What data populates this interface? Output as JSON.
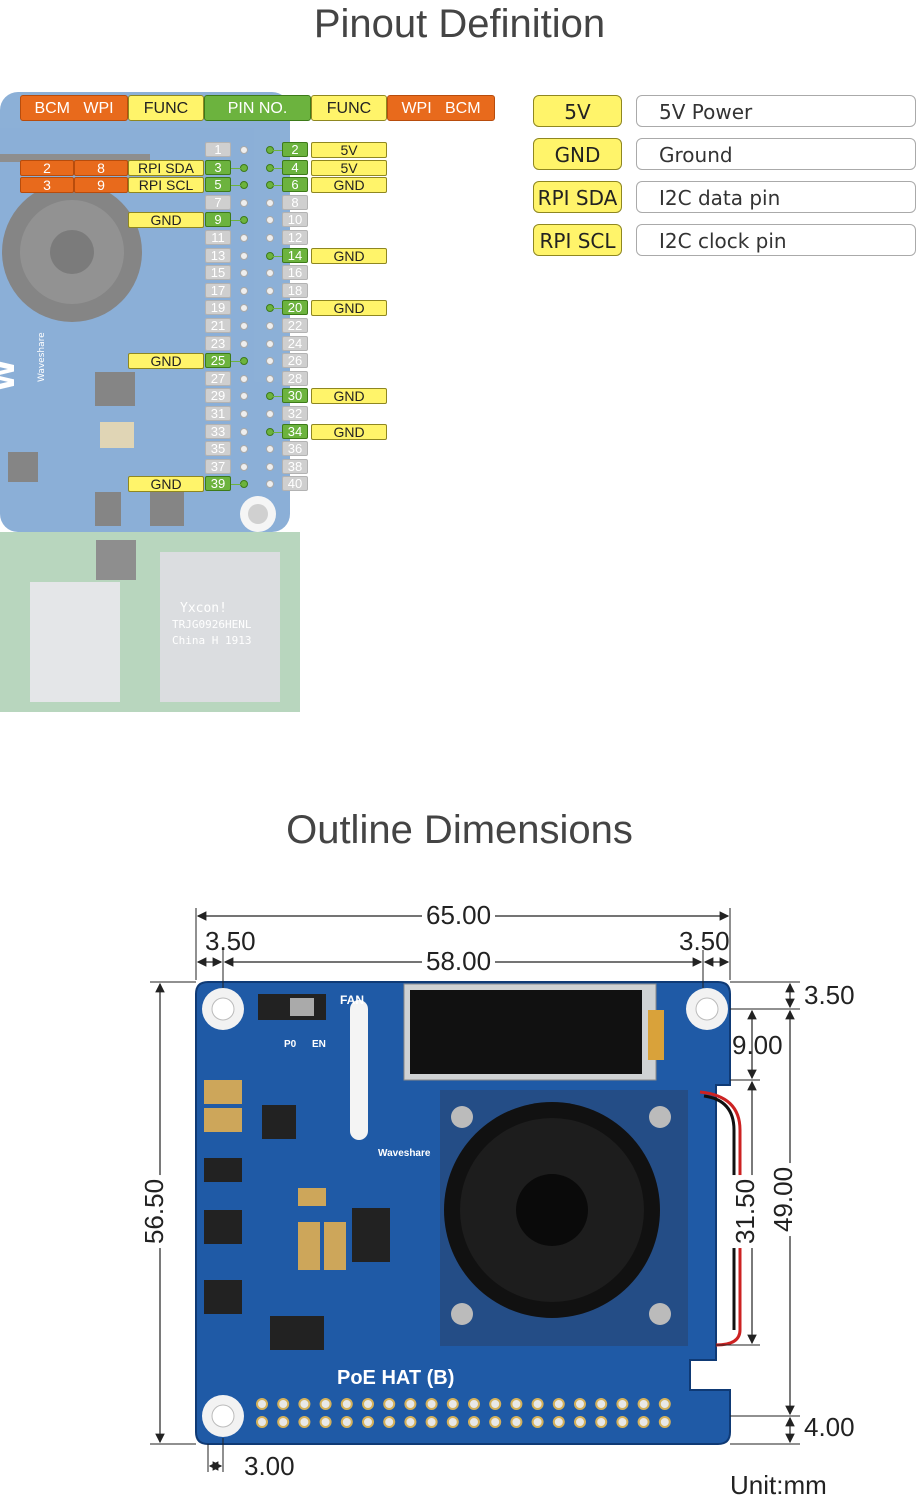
{
  "pinout": {
    "title": "Pinout Definition",
    "header": {
      "left_bcm": "BCM",
      "left_wpi": "WPI",
      "left_func": "FUNC",
      "pin_no": "PIN NO.",
      "right_func": "FUNC",
      "right_wpi": "WPI",
      "right_bcm": "BCM"
    },
    "rows": [
      {
        "odd": "1",
        "even": "2",
        "odd_func": "",
        "even_func": "5V",
        "odd_bcm": "",
        "odd_wpi": ""
      },
      {
        "odd": "3",
        "even": "4",
        "odd_func": "RPI SDA",
        "even_func": "5V",
        "odd_bcm": "2",
        "odd_wpi": "8"
      },
      {
        "odd": "5",
        "even": "6",
        "odd_func": "RPI SCL",
        "even_func": "GND",
        "odd_bcm": "3",
        "odd_wpi": "9"
      },
      {
        "odd": "7",
        "even": "8",
        "odd_func": "",
        "even_func": "",
        "odd_bcm": "",
        "odd_wpi": ""
      },
      {
        "odd": "9",
        "even": "10",
        "odd_func": "GND",
        "even_func": "",
        "odd_bcm": "",
        "odd_wpi": ""
      },
      {
        "odd": "11",
        "even": "12",
        "odd_func": "",
        "even_func": "",
        "odd_bcm": "",
        "odd_wpi": ""
      },
      {
        "odd": "13",
        "even": "14",
        "odd_func": "",
        "even_func": "GND",
        "odd_bcm": "",
        "odd_wpi": ""
      },
      {
        "odd": "15",
        "even": "16",
        "odd_func": "",
        "even_func": "",
        "odd_bcm": "",
        "odd_wpi": ""
      },
      {
        "odd": "17",
        "even": "18",
        "odd_func": "",
        "even_func": "",
        "odd_bcm": "",
        "odd_wpi": ""
      },
      {
        "odd": "19",
        "even": "20",
        "odd_func": "",
        "even_func": "GND",
        "odd_bcm": "",
        "odd_wpi": ""
      },
      {
        "odd": "21",
        "even": "22",
        "odd_func": "",
        "even_func": "",
        "odd_bcm": "",
        "odd_wpi": ""
      },
      {
        "odd": "23",
        "even": "24",
        "odd_func": "",
        "even_func": "",
        "odd_bcm": "",
        "odd_wpi": ""
      },
      {
        "odd": "25",
        "even": "26",
        "odd_func": "GND",
        "even_func": "",
        "odd_bcm": "",
        "odd_wpi": ""
      },
      {
        "odd": "27",
        "even": "28",
        "odd_func": "",
        "even_func": "",
        "odd_bcm": "",
        "odd_wpi": ""
      },
      {
        "odd": "29",
        "even": "30",
        "odd_func": "",
        "even_func": "GND",
        "odd_bcm": "",
        "odd_wpi": ""
      },
      {
        "odd": "31",
        "even": "32",
        "odd_func": "",
        "even_func": "",
        "odd_bcm": "",
        "odd_wpi": ""
      },
      {
        "odd": "33",
        "even": "34",
        "odd_func": "",
        "even_func": "GND",
        "odd_bcm": "",
        "odd_wpi": ""
      },
      {
        "odd": "35",
        "even": "36",
        "odd_func": "",
        "even_func": "",
        "odd_bcm": "",
        "odd_wpi": ""
      },
      {
        "odd": "37",
        "even": "38",
        "odd_func": "",
        "even_func": "",
        "odd_bcm": "",
        "odd_wpi": ""
      },
      {
        "odd": "39",
        "even": "40",
        "odd_func": "GND",
        "even_func": "",
        "odd_bcm": "",
        "odd_wpi": ""
      }
    ],
    "board_brand": "Waveshare",
    "jack_text": [
      "Yxcon!",
      "TRJG0926HENL",
      "China H 1913"
    ],
    "legend": [
      {
        "key": "5V",
        "desc": "5V Power"
      },
      {
        "key": "GND",
        "desc": "Ground"
      },
      {
        "key": "RPI SDA",
        "desc": "I2C data pin"
      },
      {
        "key": "RPI SCL",
        "desc": "I2C clock pin"
      }
    ]
  },
  "outline": {
    "title": "Outline Dimensions",
    "board_name": "PoE HAT (B)",
    "board_brand": "Waveshare",
    "silk_fan": "FAN",
    "silk_p0": "P0",
    "silk_en": "EN",
    "dims": {
      "width_total": "65.00",
      "width_holes": "58.00",
      "left_offset": "3.50",
      "right_offset": "3.50",
      "height_total": "56.50",
      "height_holes": "49.00",
      "top_offset": "3.50",
      "oled_offset": "9.00",
      "fan_size": "31.50",
      "bottom_offset": "4.00",
      "hole_offset": "3.00"
    },
    "unit": "Unit:mm"
  },
  "colors": {
    "orange": "#e86a1c",
    "yellow": "#fff46a",
    "green": "#6cb33e",
    "gray": "#cfcfcf",
    "pcb_blue": "#1f5aa6"
  }
}
